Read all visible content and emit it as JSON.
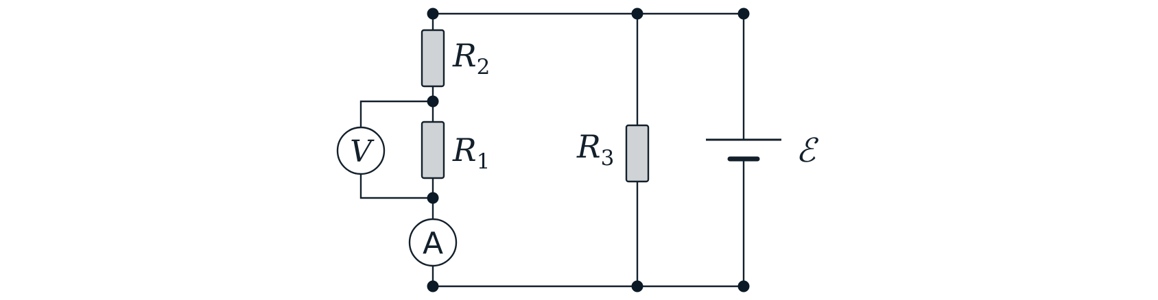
{
  "colors": {
    "wire": "#13202b",
    "node": "#0b1a26",
    "resistor_fill": "#cfd3d6",
    "background": "#ffffff"
  },
  "components": {
    "r2": {
      "symbol": "R",
      "subscript": "2"
    },
    "r1": {
      "symbol": "R",
      "subscript": "1"
    },
    "r3": {
      "symbol": "R",
      "subscript": "3"
    },
    "voltmeter": {
      "symbol": "V"
    },
    "ammeter": {
      "symbol": "A"
    },
    "battery": {
      "symbol": "ℰ"
    }
  }
}
